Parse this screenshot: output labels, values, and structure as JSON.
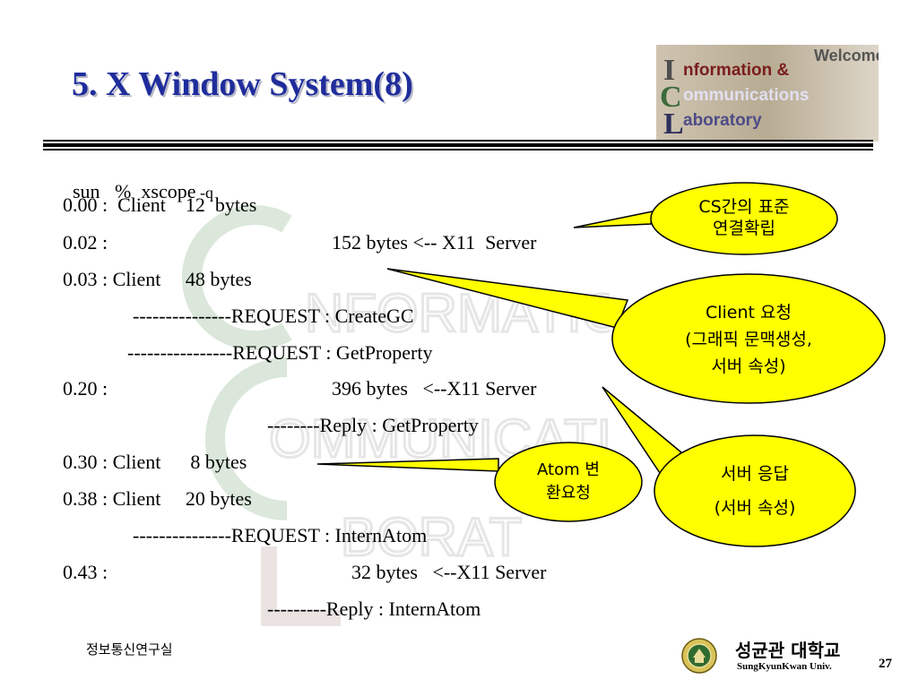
{
  "slide": {
    "title": "5. X Window System(8)",
    "page_number": "27"
  },
  "banner": {
    "welcome": "Welcome",
    "line1": "nformation &",
    "line2": "ommunications",
    "line3": "aboratory"
  },
  "lines": [
    {
      "parts": [
        "sun   %  xscope",
        " -q"
      ]
    },
    {
      "text": "0.00 :  Client    12  bytes"
    },
    {
      "text": "0.02 :"
    },
    {
      "text": "152 bytes <-- X11  Server"
    },
    {
      "text": "0.03 : Client     48 bytes"
    },
    {
      "text": "---------------REQUEST : CreateGC"
    },
    {
      "text": "----------------REQUEST : GetProperty"
    },
    {
      "text": "0.20 :"
    },
    {
      "text": "396 bytes   <--X11 Server"
    },
    {
      "text": "--------Reply : GetProperty"
    },
    {
      "text": "0.30 : Client      8 bytes"
    },
    {
      "text": "0.38 : Client     20 bytes"
    },
    {
      "text": "---------------REQUEST : InternAtom"
    },
    {
      "text": "0.43 :"
    },
    {
      "text": "32 bytes   <--X11 Server"
    },
    {
      "text": "---------Reply : InternAtom"
    }
  ],
  "callouts": {
    "cs": {
      "line1": "CS간의 표준",
      "line2": "연결확립"
    },
    "client": {
      "line1": "Client 요청",
      "line2": "(그래픽 문맥생성,",
      "line3": "서버 속성)"
    },
    "atom": {
      "line1": "Atom 변",
      "line2": "환요청"
    },
    "server": {
      "line1": "서버 응답",
      "line2": "(서버 속성)"
    }
  },
  "footer": {
    "lab": "정보통신연구실",
    "univ_ko": "성균관 대학교",
    "univ_en": "SungKyunKwan Univ."
  },
  "colors": {
    "title": "#1f2d9c",
    "callout_fill": "#ffff00"
  }
}
